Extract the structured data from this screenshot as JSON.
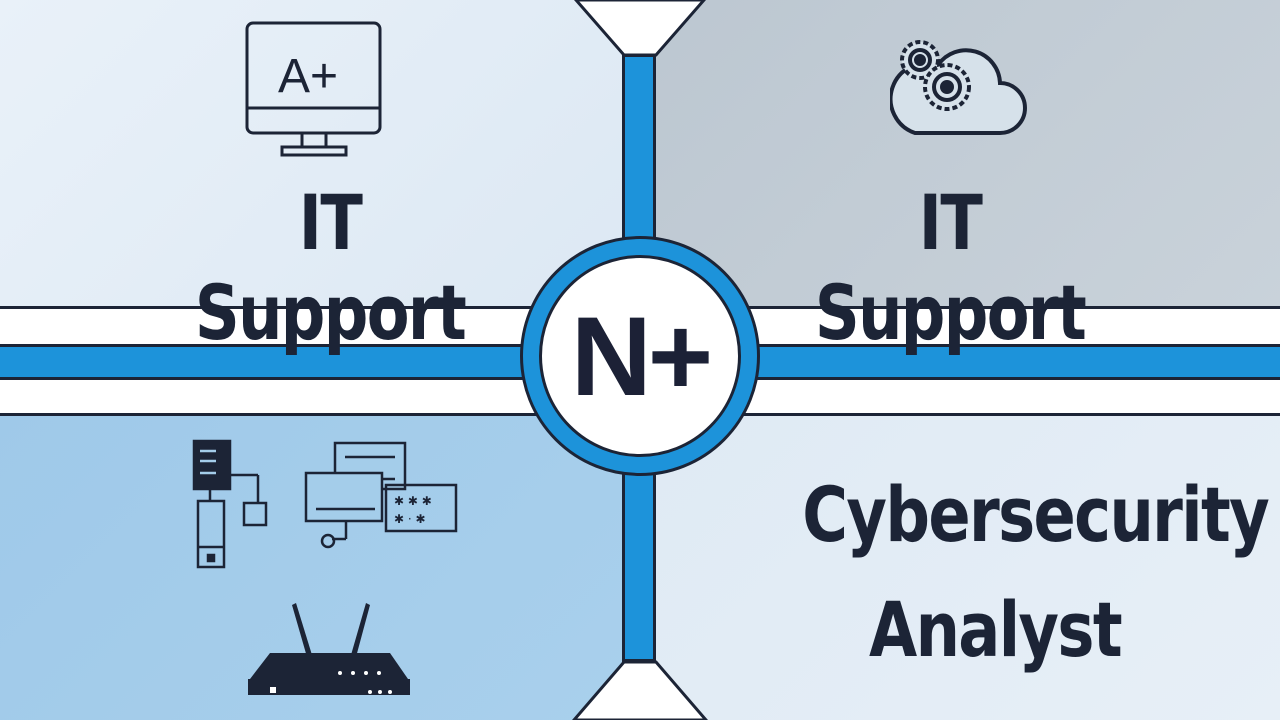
{
  "quadrants": {
    "top_left": {
      "title": "IT Support",
      "icon": "monitor-a-plus-icon",
      "icon_text": "A+",
      "background": "#e3edf6"
    },
    "top_right": {
      "title": "IT Support",
      "icon": "cloud-gears-icon",
      "background": "#c3cdd6"
    },
    "bottom_left": {
      "icon": "network-router-servers-icon",
      "background": "#a4cdea"
    },
    "bottom_right": {
      "title_line1": "Cybersecurity",
      "title_line2": "Analyst",
      "background": "#e3ecf5"
    }
  },
  "center_badge": {
    "text": "N+"
  },
  "colors": {
    "accent_blue": "#1d93da",
    "outline": "#1c2436",
    "text": "#1c2436"
  }
}
